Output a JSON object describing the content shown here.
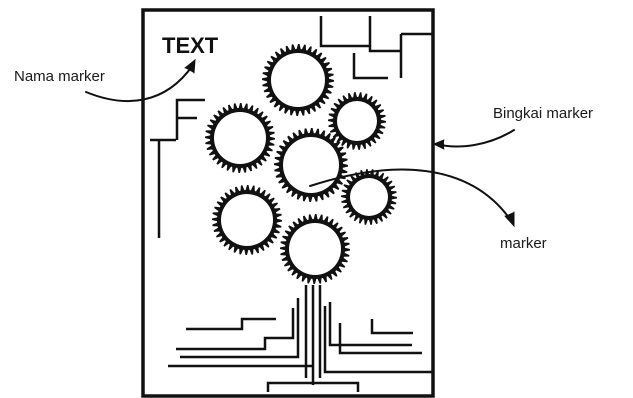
{
  "marker_title": "TEXT",
  "labels": {
    "nama_marker": "Nama marker",
    "bingkai_marker": "Bingkai marker",
    "marker": "marker"
  },
  "colors": {
    "ink": "#111111",
    "background": "#ffffff"
  }
}
